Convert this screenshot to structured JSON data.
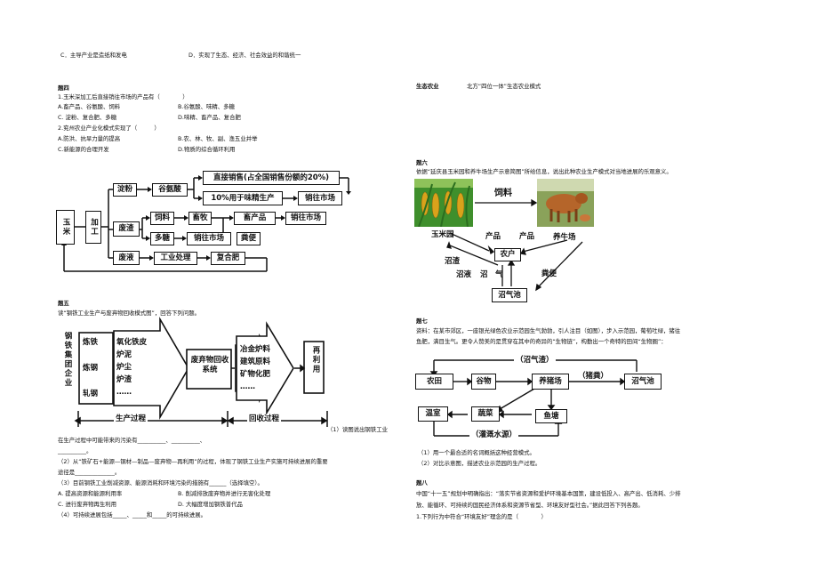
{
  "top": {
    "opt_c": "C．主导产业是造纸和发电",
    "opt_d": "D．实现了生态、经济、社会效益的和谐统一"
  },
  "q4": {
    "title": "题四",
    "q1": "1.玉米深加工后直接销往市场的产品有（　　　　）",
    "q1_a": "A.畜产品、谷氨酸、饲料",
    "q1_b": "B.谷氨酸、味精、多糖",
    "q1_c": "C. 淀粉、复合肥、多糖",
    "q1_d": "D.味精、畜产品、复合肥",
    "q2": "2.兖州农业产业化模式实现了（　　　）",
    "q2_a": "A.防洪、抗旱力量的提高",
    "q2_b": "B.农、林、牧、副、渔五业并举",
    "q2_c": "C.新能源的合理开发",
    "q2_d": "D.物质的综合循环利用",
    "diagram": {
      "corn": "玉米",
      "process": "加工",
      "starch": "淀粉",
      "glutamic": "谷氨酸",
      "direct_sale": "直接销售(占全国销售份额的20%)",
      "msg": "10%用于味精生产",
      "sell1": "销往市场",
      "residue": "废渣",
      "feed": "饲料",
      "livestock": "畜牧",
      "animal_products": "畜产品",
      "sell2": "销往市场",
      "sugar": "多糖",
      "sell3": "销往市场",
      "manure": "粪便",
      "waste_liquid": "废液",
      "industrial": "工业处理",
      "compound_fert": "复合肥"
    }
  },
  "q5": {
    "title": "题五",
    "intro": "读“钢铁工业生产与废弃物回收模式图”，回答下列问题。",
    "diagram": {
      "group": "钢铁集团企业",
      "steps": [
        "炼铁",
        "炼钢",
        "轧钢"
      ],
      "wastes": [
        "氧化铁皮",
        "炉泥",
        "炉尘",
        "炉渣",
        "……"
      ],
      "waste_system": "废弃物回收系统",
      "products": [
        "冶金炉料",
        "建筑原料",
        "矿物化肥",
        "……"
      ],
      "reuse": "再利用",
      "prod_process": "生产过程",
      "recycle_process": "回收过程"
    },
    "q1": "（1）读图说出钢铁工业",
    "q1_cont": "在生产过程中可能带来的污染有__________、__________、",
    "q1_blank": "__________。",
    "q2": "（2）从“铁矿石+能源—钢材—制品—废弃物—再利用”的过程，体现了钢铁工业生产实施可持续进展的重要",
    "q2_cont": "途径是______________。",
    "q3": "（3）目前钢铁工业削减资源、能源消耗和环境污染的措施有______（选择填空）。",
    "q3_a": "A. 提高资源和能源利用率",
    "q3_b": "B. 削减排放废弃物并进行无害化处理",
    "q3_c": "C. 进行废弃物再生利用",
    "q3_d": "D. 大幅度增加钢铁普代品",
    "q4": "（4）可持续进展包括_____、_____和_____的可持续进展。"
  },
  "right": {
    "label": "生态农业",
    "model": "北方“四位一体”生态农业模式"
  },
  "q6": {
    "title": "题六",
    "text": "依据“延庆县玉米园和养牛场生产示意简图”所给信息，说出此种农业生产模式对当地进展的乐观意义。",
    "diagram": {
      "feed": "饲料",
      "corn_garden": "玉米园",
      "product1": "产品",
      "product2": "产品",
      "cattle_farm": "养牛场",
      "farmer": "农户",
      "slag": "沼渣",
      "liquid": "沼液",
      "gas": "沼　气",
      "manure": "粪便",
      "biogas_pool": "沼气池"
    }
  },
  "q7": {
    "title": "题七",
    "text1": "资料：在某市郊区，一座银光绿色农业示范园生气勃勃，引人注目（如图），步入示范园，葡萄吐绿，猪往",
    "text2": "鱼肥，满目生气。更令人赞美的是贯穿在其中的奇异的“生物链”，构勤出一个奇特的田间“生物圈”：",
    "diagram": {
      "slag": "（沼气渣）",
      "field": "农田",
      "grain": "谷物",
      "pig_farm": "养猪场",
      "manure": "（猪粪）",
      "biogas_pool": "沼气池",
      "greenhouse": "温室",
      "vegetables": "蔬菜",
      "fish_pond": "鱼塘",
      "irrigation": "（灌溉水源）"
    },
    "q1": "（1）用一个最合适的名词概括这种经营模式。",
    "q2": "（2）对比示意图，描述农业示范园的生产过程。"
  },
  "q8": {
    "title": "题八",
    "text1": "中国“十一五”规划中明确指出：“落实节省资源和爱护环境基本国策，建设低投入、高产出、低消耗、少排",
    "text2": "放、能循环、可持续的国民经济体系和资源节省型、环境友好型社会。”据此回答下列各题。",
    "q1": "1.下列行为中符合“环境友好”理念的是（　　　　）"
  },
  "colors": {
    "ink": "#111111",
    "corn": "#d9a21b",
    "field_green": "#3f8f2c",
    "cattle": "#b5652a"
  }
}
